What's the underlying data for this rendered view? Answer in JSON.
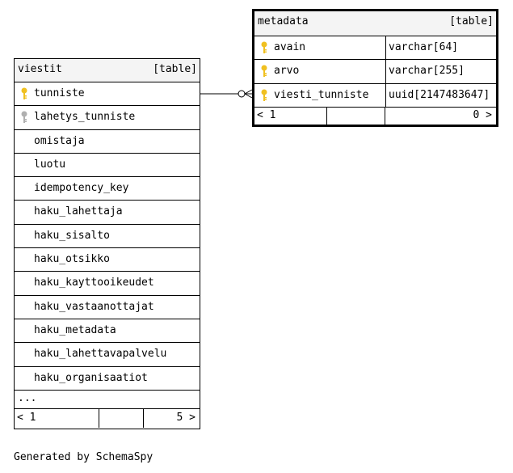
{
  "tables": {
    "viestit": {
      "name": "viestit",
      "kind": "[table]",
      "columns": [
        {
          "name": "tunniste",
          "key": "primary"
        },
        {
          "name": "lahetys_tunniste",
          "key": "foreign"
        },
        {
          "name": "omistaja",
          "key": ""
        },
        {
          "name": "luotu",
          "key": ""
        },
        {
          "name": "idempotency_key",
          "key": ""
        },
        {
          "name": "haku_lahettaja",
          "key": ""
        },
        {
          "name": "haku_sisalto",
          "key": ""
        },
        {
          "name": "haku_otsikko",
          "key": ""
        },
        {
          "name": "haku_kayttooikeudet",
          "key": ""
        },
        {
          "name": "haku_vastaanottajat",
          "key": ""
        },
        {
          "name": "haku_metadata",
          "key": ""
        },
        {
          "name": "haku_lahettavapalvelu",
          "key": ""
        },
        {
          "name": "haku_organisaatiot",
          "key": ""
        }
      ],
      "ellipsis": "...",
      "footer_left": "< 1",
      "footer_right": "5 >"
    },
    "metadata": {
      "name": "metadata",
      "kind": "[table]",
      "columns": [
        {
          "name": "avain",
          "type": "varchar[64]",
          "key": "primary"
        },
        {
          "name": "arvo",
          "type": "varchar[255]",
          "key": "primary"
        },
        {
          "name": "viesti_tunniste",
          "type": "uuid[2147483647]",
          "key": "primary"
        }
      ],
      "footer_left": "< 1",
      "footer_right": "0 >"
    }
  },
  "colors": {
    "primary_key": "#f0c020",
    "foreign_key": "#b0b0b0",
    "header_bg": "#f4f4f4"
  },
  "caption": "Generated by SchemaSpy"
}
